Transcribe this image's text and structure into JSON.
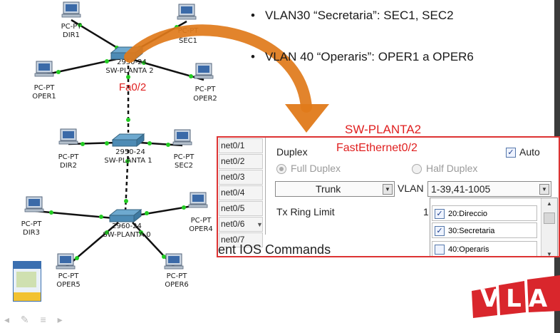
{
  "colors": {
    "accent_red": "#e02020",
    "panel_border": "#dd3333",
    "arrow": "#e07a1a",
    "link": "#111111",
    "link_dot": "#22cc22"
  },
  "bullets": [
    {
      "text": "VLAN30 “Secretaria”: SEC1, SEC2"
    },
    {
      "text": "VLAN 40 “Operaris”: OPER1 a OPER6"
    }
  ],
  "topology": {
    "port_label": "Fa0/2",
    "switches": {
      "planta2": {
        "model": "2950-24",
        "name": "SW-PLANTA 2"
      },
      "planta1": {
        "model": "2950-24",
        "name": "SW-PLANTA 1"
      },
      "planta0": {
        "model": "2960-24",
        "name": "SW-PLANTA 0"
      }
    },
    "pcs": {
      "dir1": {
        "type": "PC-PT",
        "name": "DIR1"
      },
      "sec1": {
        "type": "PC-PT",
        "name": "SEC1"
      },
      "oper1": {
        "type": "PC-PT",
        "name": "OPER1"
      },
      "oper2": {
        "type": "PC-PT",
        "name": "OPER2"
      },
      "dir2": {
        "type": "PC-PT",
        "name": "DIR2"
      },
      "sec2": {
        "type": "PC-PT",
        "name": "SEC2"
      },
      "dir3": {
        "type": "PC-PT",
        "name": "DIR3"
      },
      "oper4": {
        "type": "PC-PT",
        "name": "OPER4"
      },
      "oper5": {
        "type": "PC-PT",
        "name": "OPER5"
      },
      "oper6": {
        "type": "PC-PT",
        "name": "OPER6"
      }
    }
  },
  "config_panel": {
    "title": "SW-PLANTA2",
    "interface": "FastEthernet0/2",
    "ports": [
      "net0/1",
      "net0/2",
      "net0/3",
      "net0/4",
      "net0/5",
      "net0/6",
      "net0/7"
    ],
    "duplex_label": "Duplex",
    "auto_label": "Auto",
    "full_duplex": "Full Duplex",
    "half_duplex": "Half Duplex",
    "mode_value": "Trunk",
    "vlan_label": "VLAN",
    "vlan_value": "1-39,41-1005",
    "tx_ring_label": "Tx Ring Limit",
    "tx_ring_value": "1",
    "vlans": [
      {
        "label": "20:Direccio",
        "checked": true
      },
      {
        "label": "30:Secretaria",
        "checked": true
      },
      {
        "label": "40:Operaris",
        "checked": false
      }
    ],
    "ios_label": "ent IOS Commands"
  },
  "logo": {
    "text": "VLA"
  }
}
